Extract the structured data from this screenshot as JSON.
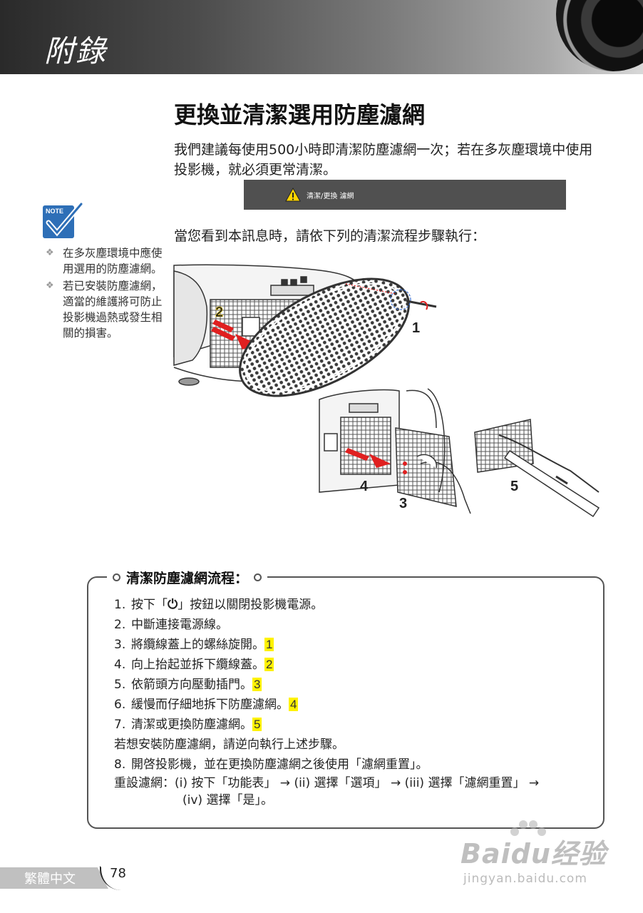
{
  "header": {
    "title": "附錄"
  },
  "section": {
    "title": "更換並清潔選用防塵濾網",
    "intro": "我們建議每使用500小時即清潔防塵濾網一次；若在多灰塵環境中使用投影機，就必須更常清潔。"
  },
  "warning_bar": {
    "text": "清潔/更換 濾網",
    "icon": "warning-triangle-icon"
  },
  "note": {
    "icon": "note-checkmark-icon",
    "items": [
      "在多灰塵環境中應使用選用的防塵濾網。",
      "若已安裝防塵濾網，適當的維護將可防止投影機過熱或發生相關的損害。"
    ]
  },
  "instruction": "當您看到本訊息時，請依下列的清潔流程步驟執行：",
  "figure_labels": [
    "1",
    "2",
    "3",
    "4",
    "5"
  ],
  "procedure": {
    "title": "清潔防塵濾網流程：",
    "steps": [
      {
        "num": "1.",
        "before": "按下「",
        "glyph": "⏻",
        "after": "」按鈕以關閉投影機電源。",
        "mark": ""
      },
      {
        "num": "2.",
        "before": "中斷連接電源線。",
        "mark": ""
      },
      {
        "num": "3.",
        "before": "將纜線蓋上的螺絲旋開。",
        "mark": "1"
      },
      {
        "num": "4.",
        "before": "向上抬起並拆下纜線蓋。",
        "mark": "2"
      },
      {
        "num": "5.",
        "before": "依箭頭方向壓動插門。",
        "mark": "3"
      },
      {
        "num": "6.",
        "before": "緩慢而仔細地拆下防塵濾網。",
        "mark": "4"
      },
      {
        "num": "7.",
        "before": "清潔或更換防塵濾網。",
        "mark": "5"
      }
    ],
    "reinstall": "若想安裝防塵濾網，請逆向執行上述步驟。",
    "step8_num": "8.",
    "step8": "開啓投影機，並在更換防塵濾網之後使用「濾網重置」。",
    "reset_line1": "重設濾網：(i) 按下「功能表」 → (ii) 選擇「選項」 → (iii) 選擇「濾網重置」 →",
    "reset_line2": "(iv) 選擇「是」。"
  },
  "footer": {
    "language": "繁體中文",
    "page": "78"
  },
  "watermark": {
    "brand": "Baidu经验",
    "url": "jingyan.baidu.com"
  }
}
